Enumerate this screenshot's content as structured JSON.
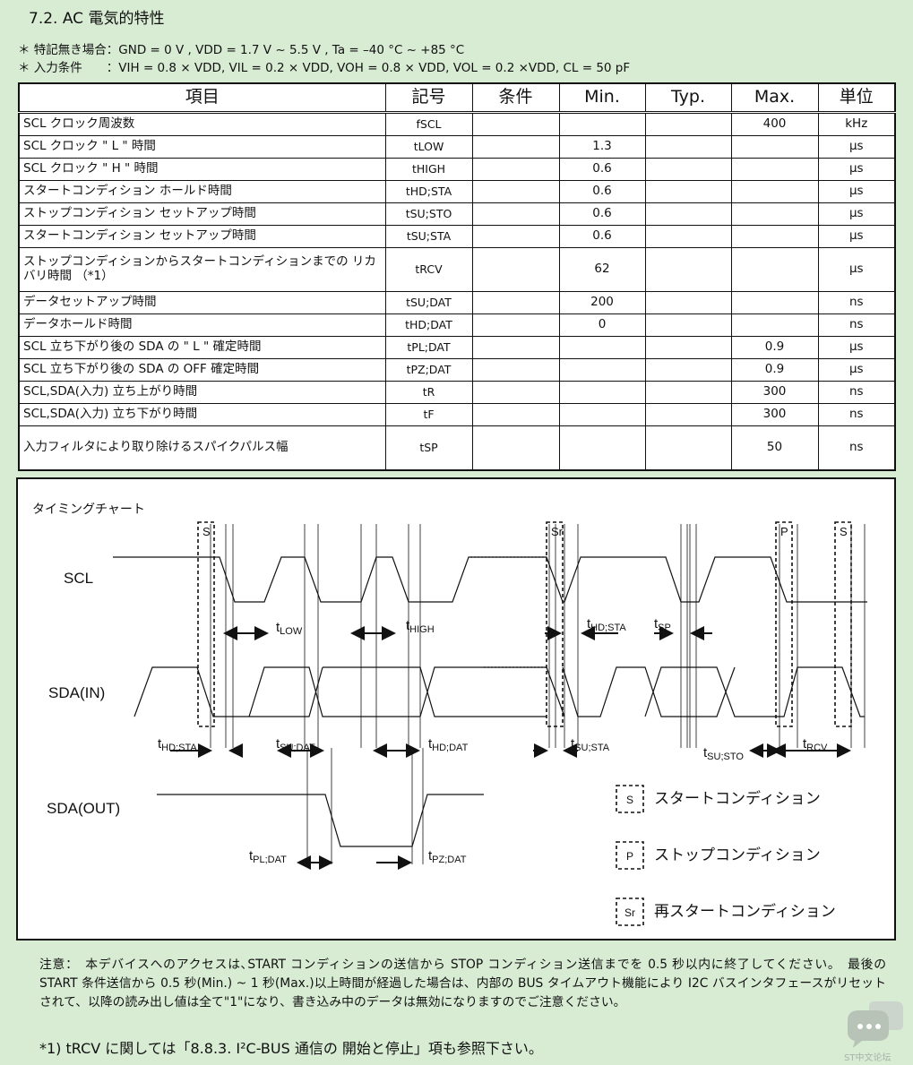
{
  "title": "7.2. AC 電気的特性",
  "conditions": [
    "＊ 特記無き場合：GND = 0 V , VDD = 1.7 V ~ 5.5 V , Ta = –40 °C ~ +85 °C",
    "＊ 入力条件　　：VIH = 0.8 × VDD, VIL = 0.2 × VDD, VOH = 0.8 × VDD, VOL = 0.2 ×VDD, CL = 50 pF"
  ],
  "table": {
    "headers": [
      "項目",
      "記号",
      "条件",
      "Min.",
      "Typ.",
      "Max.",
      "単位"
    ],
    "rows": [
      {
        "item": "SCL クロック周波数",
        "sym": "fSCL",
        "cond": "",
        "min": "",
        "typ": "",
        "max": "400",
        "unit": "kHz"
      },
      {
        "item": "SCL クロック \" L \" 時間",
        "sym": "tLOW",
        "cond": "",
        "min": "1.3",
        "typ": "",
        "max": "",
        "unit": "μs"
      },
      {
        "item": "SCL クロック \" H \" 時間",
        "sym": "tHIGH",
        "cond": "",
        "min": "0.6",
        "typ": "",
        "max": "",
        "unit": "μs"
      },
      {
        "item": "スタートコンディション ホールド時間",
        "sym": "tHD;STA",
        "cond": "",
        "min": "0.6",
        "typ": "",
        "max": "",
        "unit": "μs"
      },
      {
        "item": "ストップコンディション セットアップ時間",
        "sym": "tSU;STO",
        "cond": "",
        "min": "0.6",
        "typ": "",
        "max": "",
        "unit": "μs"
      },
      {
        "item": "スタートコンディション セットアップ時間",
        "sym": "tSU;STA",
        "cond": "",
        "min": "0.6",
        "typ": "",
        "max": "",
        "unit": "μs"
      },
      {
        "item": "ストップコンディションからスタートコンディションまでの リカバリ時間 （*1）",
        "sym": "tRCV",
        "cond": "",
        "min": "62",
        "typ": "",
        "max": "",
        "unit": "μs",
        "tall": true
      },
      {
        "item": "データセットアップ時間",
        "sym": "tSU;DAT",
        "cond": "",
        "min": "200",
        "typ": "",
        "max": "",
        "unit": "ns"
      },
      {
        "item": "データホールド時間",
        "sym": "tHD;DAT",
        "cond": "",
        "min": "0",
        "typ": "",
        "max": "",
        "unit": "ns"
      },
      {
        "item": "SCL 立ち下がり後の SDA の \" L \" 確定時間",
        "sym": "tPL;DAT",
        "cond": "",
        "min": "",
        "typ": "",
        "max": "0.9",
        "unit": "μs"
      },
      {
        "item": "SCL 立ち下がり後の SDA の OFF 確定時間",
        "sym": "tPZ;DAT",
        "cond": "",
        "min": "",
        "typ": "",
        "max": "0.9",
        "unit": "μs"
      },
      {
        "item": "SCL,SDA(入力) 立ち上がり時間",
        "sym": "tR",
        "cond": "",
        "min": "",
        "typ": "",
        "max": "300",
        "unit": "ns"
      },
      {
        "item": "SCL,SDA(入力) 立ち下がり時間",
        "sym": "tF",
        "cond": "",
        "min": "",
        "typ": "",
        "max": "300",
        "unit": "ns"
      },
      {
        "item": "入力フィルタにより取り除けるスパイクパルス幅",
        "sym": "tSP",
        "cond": "",
        "min": "",
        "typ": "",
        "max": "50",
        "unit": "ns",
        "tall": true
      }
    ]
  },
  "chart": {
    "heading": "タイミングチャート",
    "signals": {
      "scl": "SCL",
      "sda_in": "SDA(IN)",
      "sda_out": "SDA(OUT)"
    },
    "markers": {
      "s": "S",
      "sr": "Sr",
      "p": "P"
    },
    "labels": {
      "t_low": "LOW",
      "t_high": "HIGH",
      "t_hd_sta": "HD;STA",
      "t_sp": "SP",
      "t_su_dat": "SU;DAT",
      "t_hd_dat": "HD;DAT",
      "t_su_sta": "SU;STA",
      "t_su_sto": "SU;STO",
      "t_rcv": "RCV",
      "t_pl_dat": "PL;DAT",
      "t_pz_dat": "PZ;DAT",
      "t_prefix": "t"
    },
    "legend": [
      {
        "box": "S",
        "text": "スタートコンディション"
      },
      {
        "box": "P",
        "text": "ストップコンディション"
      },
      {
        "box": "Sr",
        "text": "再スタートコンディション"
      }
    ]
  },
  "note": "注意：　本デバイスへのアクセスは､START コンディションの送信から STOP コンディション送信までを 0.5 秒以内に終了してください。　最後の START 条件送信から 0.5 秒(Min.) ~ 1 秒(Max.)以上時間が経過した場合は、内部の BUS タイムアウト機能により I2C バスインタフェースがリセットされて、以降の読み出し値は全て\"1\"になり、書き込み中のデータは無効になりますのでご注意ください。",
  "footnote": "*1) tRCV に関しては「8.8.3. I²C-BUS 通信の 開始と停止」項も参照下さい。",
  "watermark": "ST中文论坛"
}
